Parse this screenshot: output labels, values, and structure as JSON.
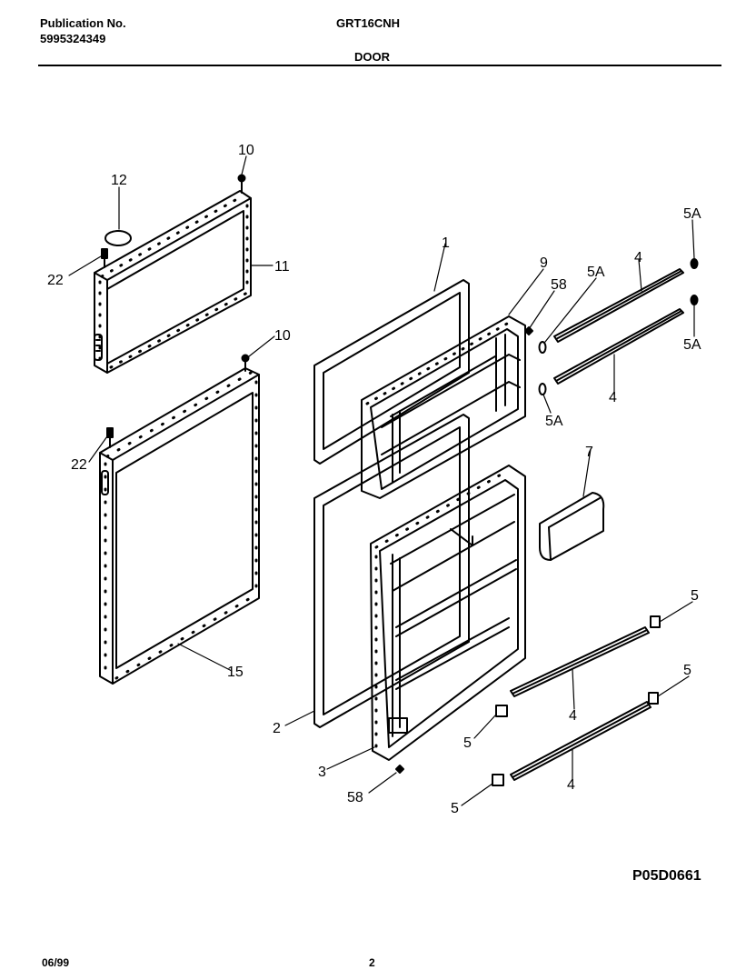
{
  "header": {
    "publication_label": "Publication No.",
    "publication_number": "5995324349",
    "model": "GRT16CNH",
    "section": "DOOR"
  },
  "diagram": {
    "labels": {
      "l10a": "10",
      "l12": "12",
      "l22a": "22",
      "l11": "11",
      "l10b": "10",
      "l22b": "22",
      "l15": "15",
      "l1": "1",
      "l9": "9",
      "l58a": "58",
      "l5Aa": "5A",
      "l4a": "4",
      "l5Ab": "5A",
      "l5Ac": "5A",
      "l4b": "4",
      "l5Ad": "5A",
      "l7": "7",
      "l5a": "5",
      "l5b": "5",
      "l4c": "4",
      "l5c": "5",
      "l2": "2",
      "l3": "3",
      "l58b": "58",
      "l4d": "4",
      "l5d": "5"
    },
    "drawing_code": "P05D0661"
  },
  "footer": {
    "date": "06/99",
    "page": "2"
  }
}
